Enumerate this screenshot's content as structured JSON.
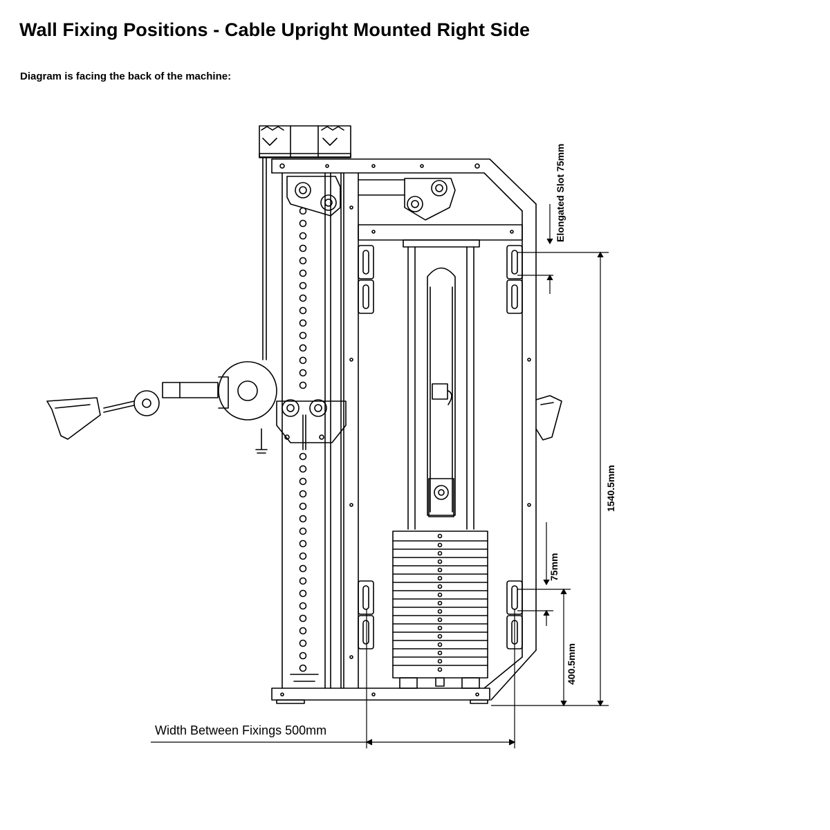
{
  "title": "Wall Fixing Positions - Cable Upright Mounted Right Side",
  "subtitle": "Diagram is facing the back of the machine:",
  "dimensions": {
    "elongated_slot": "Elongated Slot 75mm",
    "total_height": "1540.5mm",
    "slot_lower": "75mm",
    "lower_height": "400.5mm",
    "width_between_fixings": "Width Between Fixings 500mm"
  },
  "colors": {
    "line": "#000000",
    "background": "#ffffff"
  }
}
